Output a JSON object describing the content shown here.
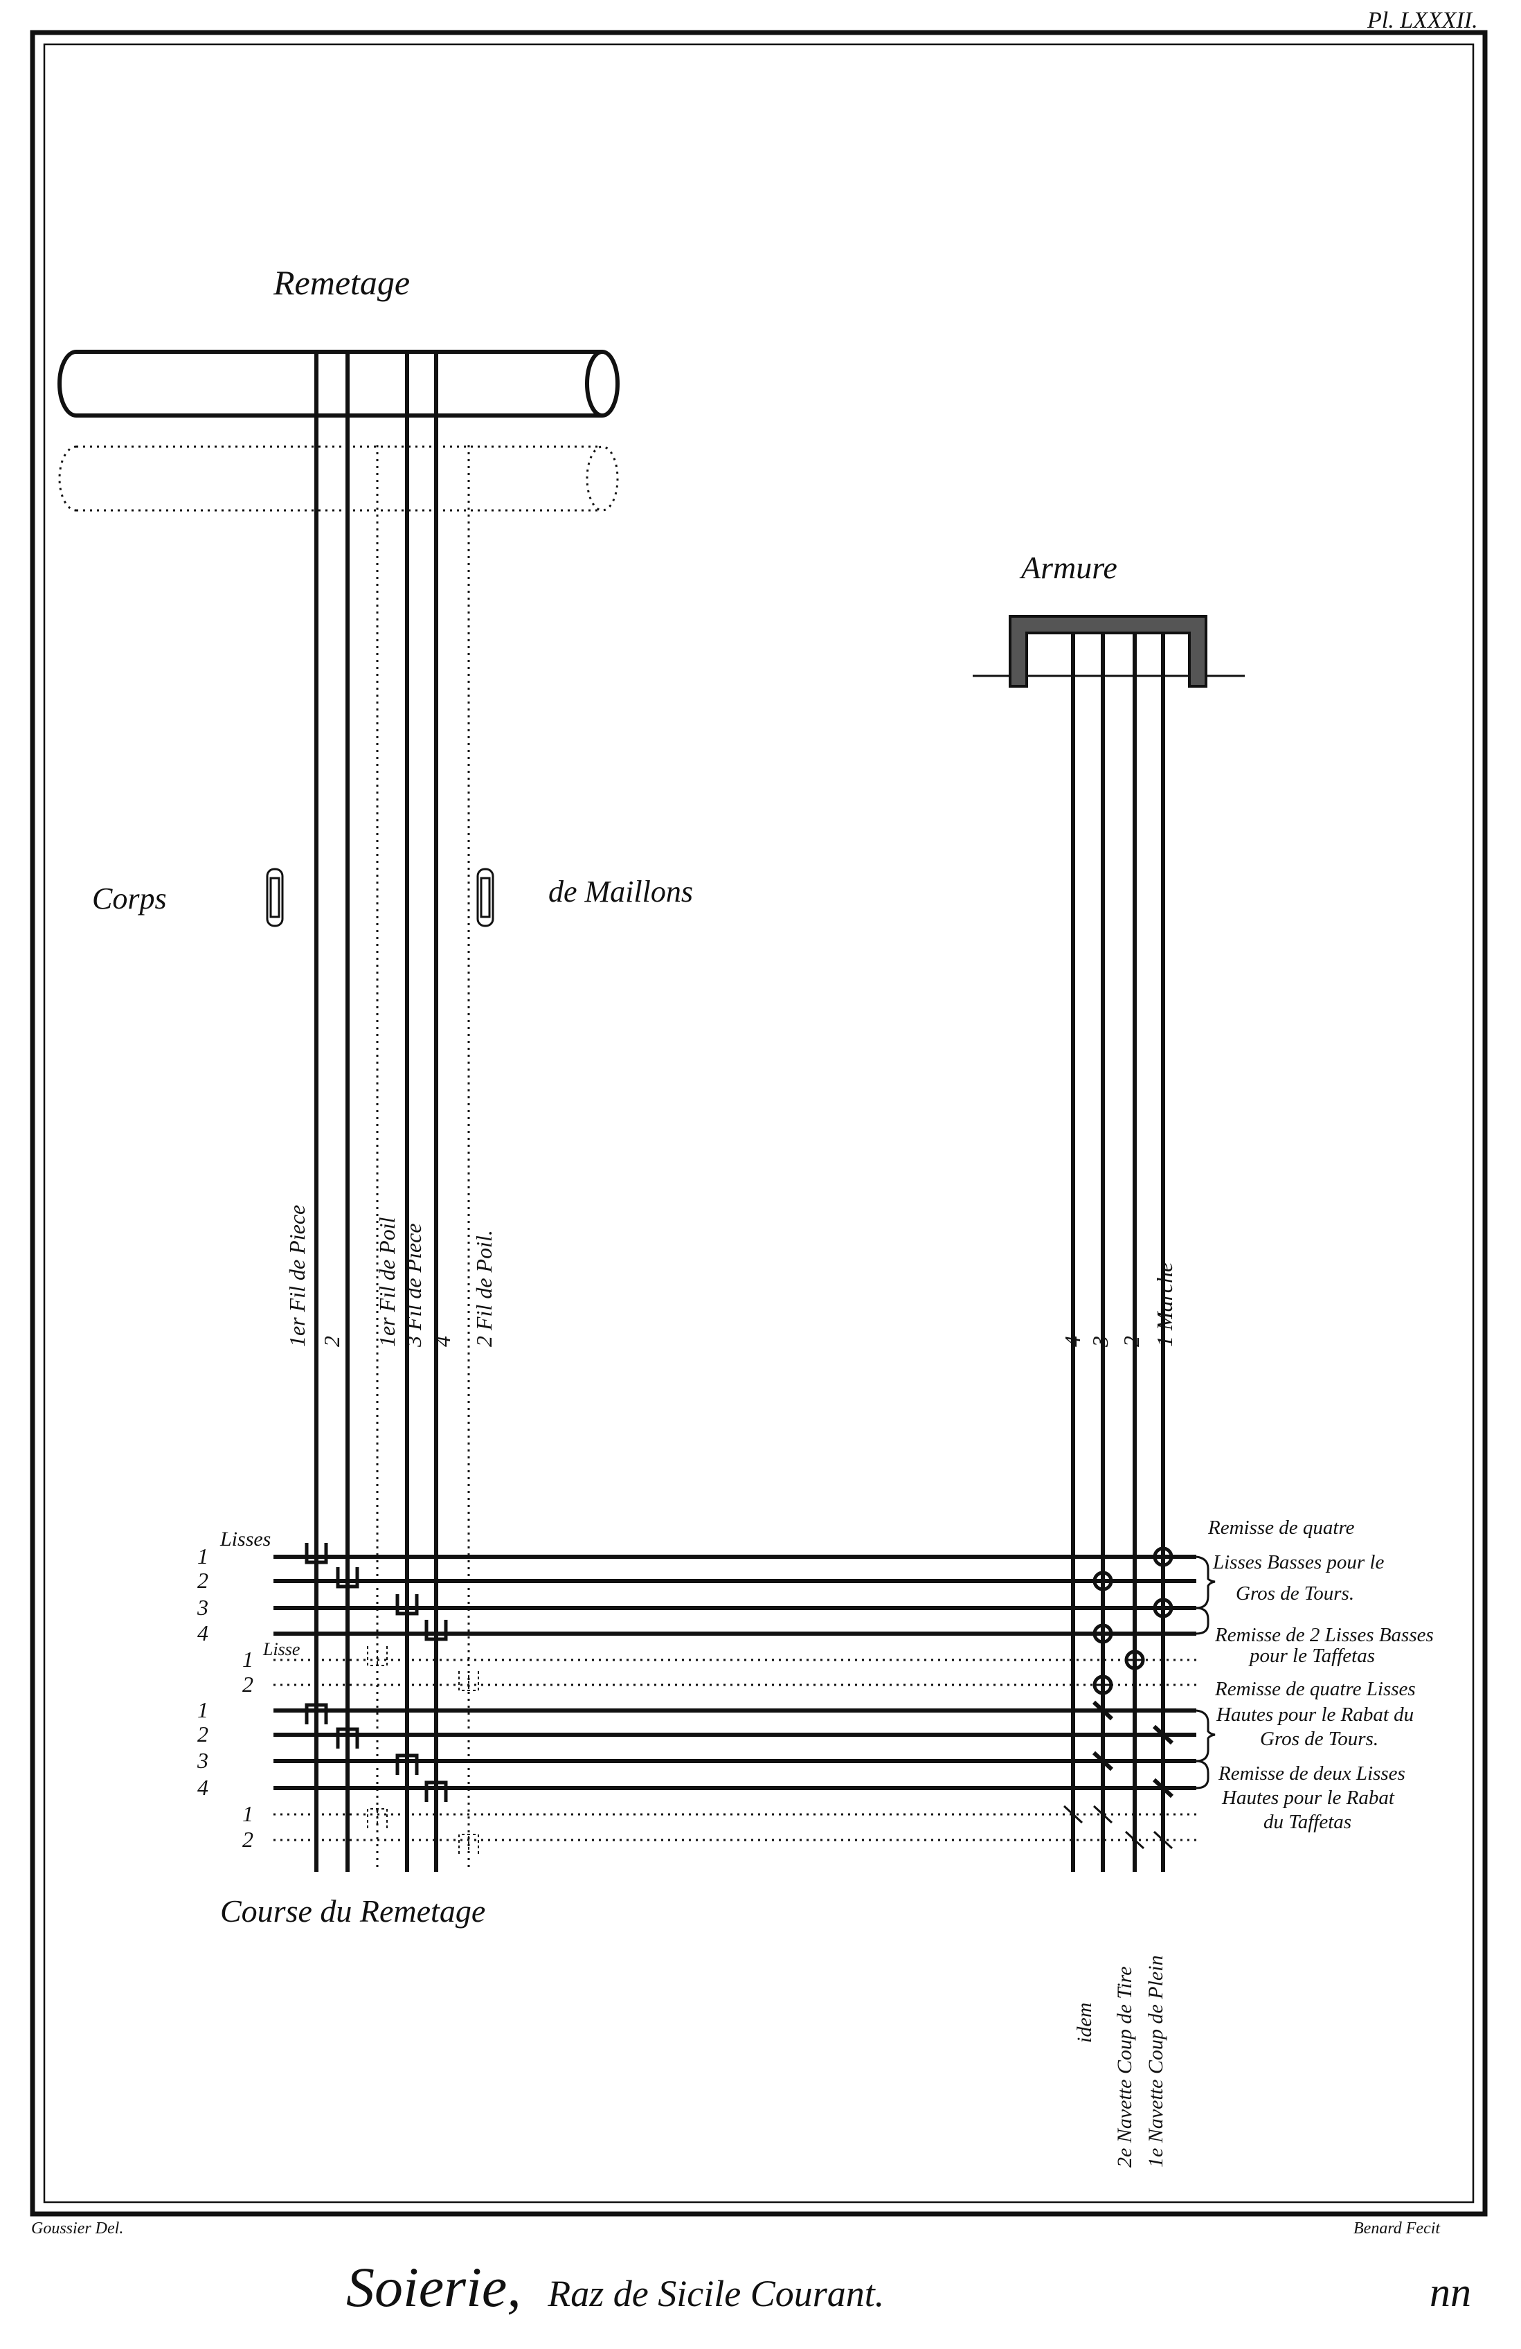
{
  "plate_number": "Pl. LXXXII.",
  "remetage": {
    "title": "Remetage",
    "thread_labels": [
      "1er Fil de Piece",
      "2",
      "1er Fil de Poil",
      "3 Fil de Piece",
      "4",
      "2 Fil de Poil."
    ]
  },
  "corps": {
    "left": "Corps",
    "right": "de Maillons"
  },
  "armure": {
    "title": "Armure",
    "thread_labels": [
      "4",
      "3",
      "2",
      "1 Marche"
    ]
  },
  "lisses": {
    "label_lisses": "Lisses",
    "label_lisse": "Lisse",
    "numbers_group1": [
      "1",
      "2",
      "3",
      "4"
    ],
    "numbers_group2": [
      "1",
      "2"
    ],
    "numbers_group3": [
      "1",
      "2",
      "3",
      "4"
    ],
    "numbers_group4": [
      "1",
      "2"
    ]
  },
  "right_labels": {
    "g1": [
      "Remisse de quatre",
      "Lisses Basses pour le",
      "Gros de Tours."
    ],
    "g2": [
      "Remisse de 2 Lisses Basses",
      "pour le Taffetas"
    ],
    "g3": [
      "Remisse de quatre Lisses",
      "Hautes pour le Rabat du",
      "Gros de Tours."
    ],
    "g4": [
      "Remisse de deux Lisses",
      "Hautes pour le Rabat",
      "du Taffetas"
    ]
  },
  "course_label": "Course du Remetage",
  "navette_labels": [
    "idem",
    "2e Navette Coup de Tire",
    "1e Navette Coup de Plein"
  ],
  "footer": {
    "draftsman": "Goussier Del.",
    "engraver": "Benard Fecit",
    "title_main": "Soierie,",
    "title_sub": "Raz de Sicile Courant.",
    "page_mark": "nn"
  }
}
